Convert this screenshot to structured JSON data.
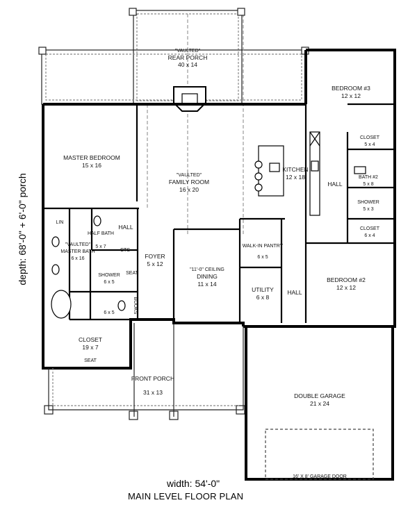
{
  "plan": {
    "title": "MAIN LEVEL FLOOR PLAN",
    "width_label": "width: 54'-0\"",
    "depth_label": "depth: 68'-0\" + 6'-0\" porch"
  },
  "rooms": {
    "rear_porch": {
      "note": "\"VAULTED\"",
      "name": "REAR PORCH",
      "size": "40 x 14"
    },
    "master_bedroom": {
      "name": "MASTER BEDROOM",
      "size": "15 x 16"
    },
    "family_room": {
      "note": "\"VAULTED\"",
      "name": "FAMILY ROOM",
      "size": "16 x 20"
    },
    "kitchen": {
      "name": "KITCHEN",
      "size": "12 x 18"
    },
    "bedroom3": {
      "name": "BEDROOM #3",
      "size": "12 x 12"
    },
    "closet_b3": {
      "name": "CLOSET",
      "size": "5 x 4"
    },
    "bath2": {
      "name": "BATH #2",
      "size": "5 x 8"
    },
    "shower2": {
      "name": "SHOWER",
      "size": "5 x 3"
    },
    "closet_b2": {
      "name": "CLOSET",
      "size": "6 x 4"
    },
    "hall_right": {
      "name": "HALL"
    },
    "half_bath": {
      "name": "HALF BATH",
      "size": "5 x 7"
    },
    "hall_left": {
      "name": "HALL"
    },
    "lin": {
      "name": "LIN"
    },
    "cts": {
      "name": "CTS"
    },
    "master_bath": {
      "note": "\"VAULTED\"",
      "name": "MASTER BATH",
      "size": "6 x 16"
    },
    "shower1": {
      "name": "SHOWER",
      "size": "6 x 5"
    },
    "seat1": {
      "name": "SEAT"
    },
    "toilet_room": {
      "size": "6 x 5"
    },
    "foyer": {
      "name": "FOYER",
      "size": "5 x 12"
    },
    "dining": {
      "note": "\"11'-0\" CEILING",
      "name": "DINING",
      "size": "11 x 14"
    },
    "pantry": {
      "name": "WALK-IN PANTRY",
      "size": "6 x 5"
    },
    "utility": {
      "name": "UTILITY",
      "size": "6 x 8"
    },
    "hall_mid": {
      "name": "HALL"
    },
    "bedroom2": {
      "name": "BEDROOM #2",
      "size": "12 x 12"
    },
    "closet_master": {
      "name": "CLOSET",
      "size": "19 x 7"
    },
    "seat2": {
      "name": "SEAT"
    },
    "books": {
      "name": "BOOKS"
    },
    "front_porch": {
      "name": "FRONT PORCH",
      "size": "31 x 13"
    },
    "garage": {
      "name": "DOUBLE GARAGE",
      "size": "21 x 24"
    },
    "garage_door": {
      "name": "16' X 8' GARAGE DOOR"
    }
  }
}
